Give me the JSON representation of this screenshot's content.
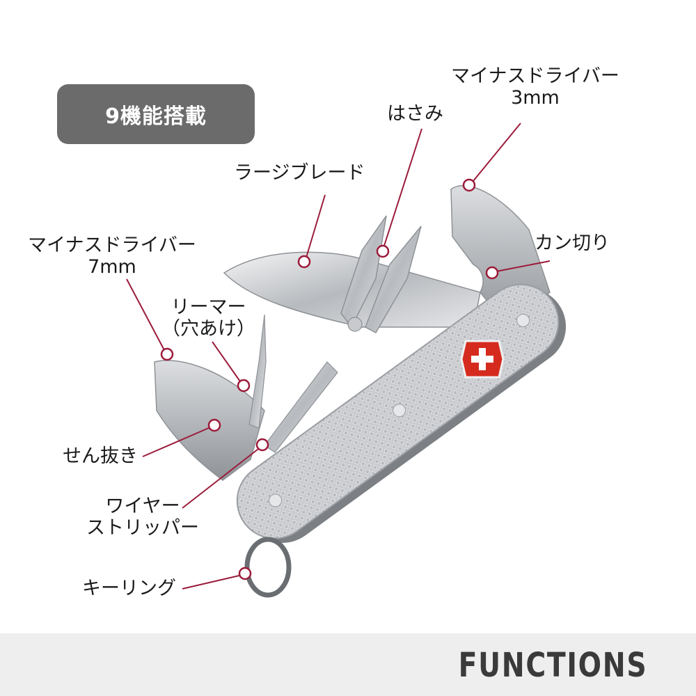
{
  "badge": "9機能搭載",
  "labels": {
    "screwdriver_3mm_line1": "マイナスドライバー",
    "screwdriver_3mm_line2": "3mm",
    "scissors": "はさみ",
    "large_blade": "ラージブレード",
    "can_opener": "カン切り",
    "screwdriver_7mm_line1": "マイナスドライバー",
    "screwdriver_7mm_line2": "7mm",
    "reamer_line1": "リーマー",
    "reamer_line2": "（穴あけ）",
    "bottle_opener": "せん抜き",
    "wire_stripper_line1": "ワイヤー",
    "wire_stripper_line2": "ストリッパー",
    "key_ring": "キーリング"
  },
  "footer": "FUNCTIONS",
  "colors": {
    "badge_bg": "#6b6b6b",
    "leader_line": "#9b1b3a",
    "footer_bg": "#eeeeee",
    "emblem_red": "#d52b1e"
  }
}
